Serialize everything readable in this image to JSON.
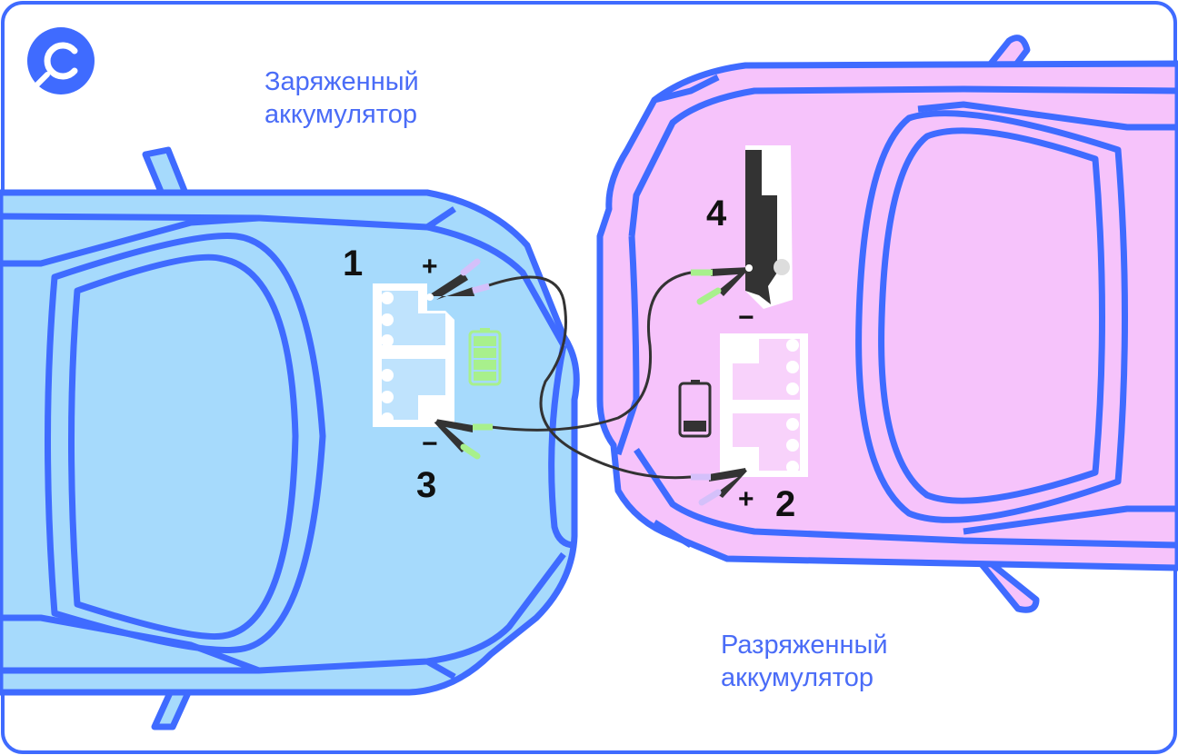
{
  "logo": {
    "letter": "C",
    "color": "#3f6bff"
  },
  "labels": {
    "charged_line1": "Заряженный",
    "charged_line2": "аккумулятор",
    "discharged_line1": "Разряженный",
    "discharged_line2": "аккумулятор"
  },
  "steps": [
    "1",
    "2",
    "3",
    "4"
  ],
  "polarity": {
    "plus": "+",
    "minus": "−"
  },
  "colors": {
    "outline": "#3f6bff",
    "donor_car": "#a6dafc",
    "recipient_car": "#f6c3fb",
    "clamp": "#333333",
    "green_tip": "#a8f08c",
    "purple_tip": "#d4c0fa"
  },
  "battery_charge": {
    "charged": 1.0,
    "discharged": 0.2
  }
}
